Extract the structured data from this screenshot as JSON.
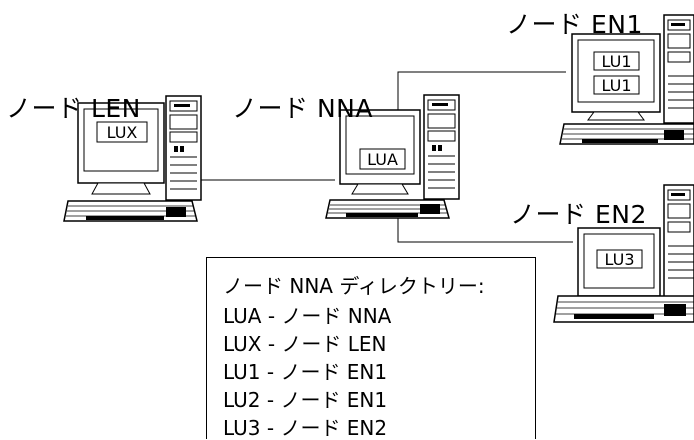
{
  "nodes": {
    "len": {
      "label": "ノード LEN",
      "lus": [
        "LUX"
      ]
    },
    "nna": {
      "label": "ノード NNA",
      "lus": [
        "LUA"
      ]
    },
    "en1": {
      "label": "ノード EN1",
      "lus": [
        "LU1",
        "LU1"
      ]
    },
    "en2": {
      "label": "ノード EN2",
      "lus": [
        "LU3"
      ]
    }
  },
  "directory": {
    "title": "ノード NNA ディレクトリー:",
    "entries": [
      "LUA - ノード NNA",
      "LUX - ノード LEN",
      "LU1 - ノード EN1",
      "LU2 - ノード EN1",
      "LU3 - ノード EN2"
    ]
  }
}
